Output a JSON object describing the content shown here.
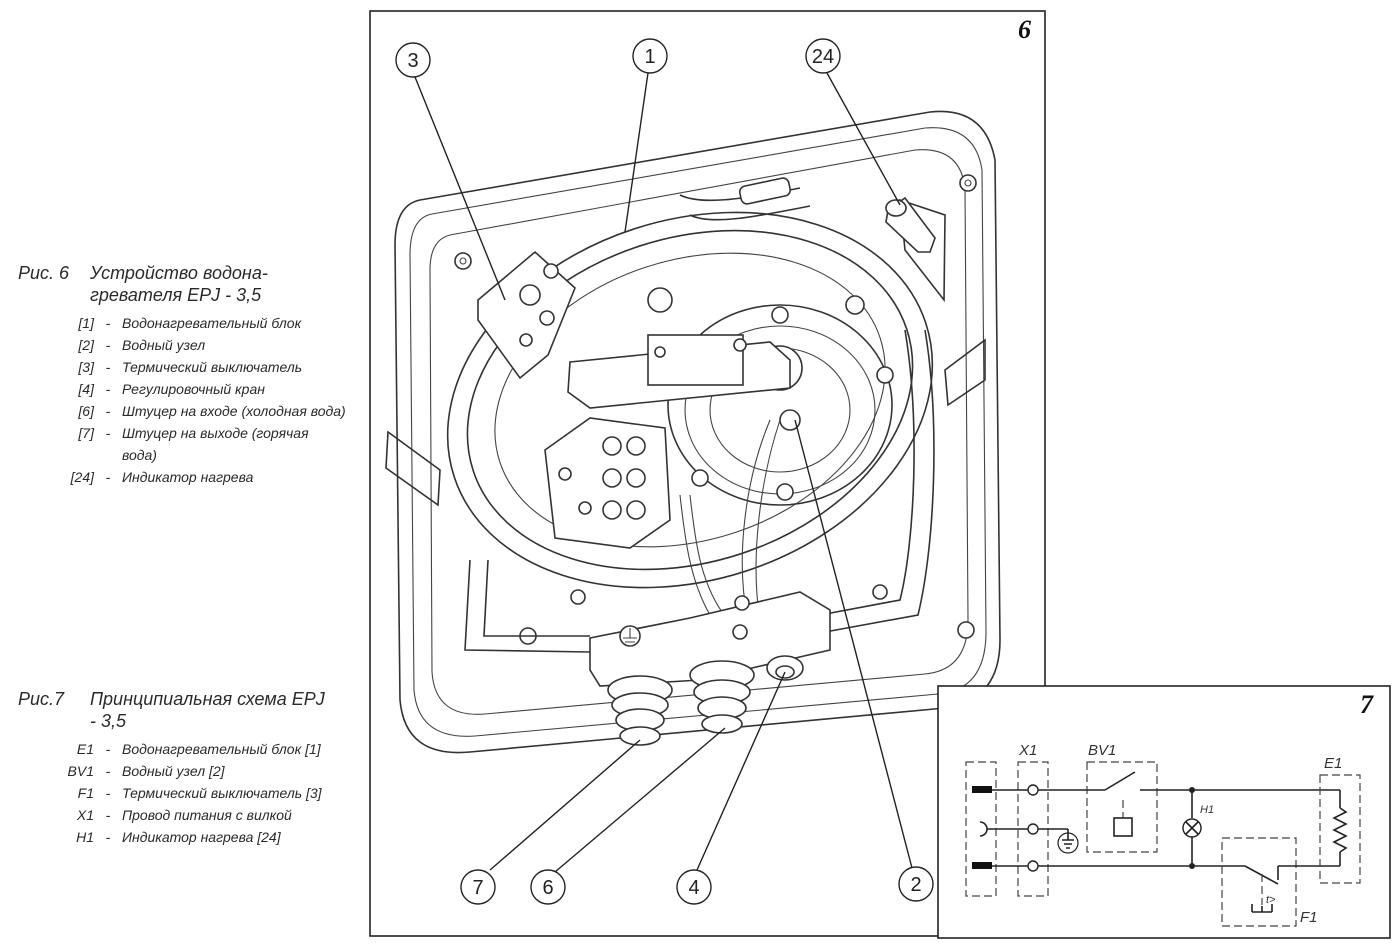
{
  "figure6": {
    "number": "6",
    "legend_title_fig": "Рис. 6",
    "legend_title_text": "Устройство водона-гревателя EPJ - 3,5",
    "items": [
      {
        "code": "[1]",
        "desc": "Водонагревательный блок"
      },
      {
        "code": "[2]",
        "desc": "Водный узел"
      },
      {
        "code": "[3]",
        "desc": "Термический выключатель"
      },
      {
        "code": "[4]",
        "desc": "Регулировочный кран"
      },
      {
        "code": "[6]",
        "desc": "Штуцер на входе (холодная вода)"
      },
      {
        "code": "[7]",
        "desc": "Штуцер на выходе (горячая вода)"
      },
      {
        "code": "[24]",
        "desc": "Индикатор нагрева"
      }
    ],
    "callouts": {
      "c1": "1",
      "c2": "2",
      "c3": "3",
      "c4": "4",
      "c6": "6",
      "c7": "7",
      "c24": "24"
    }
  },
  "figure7": {
    "number": "7",
    "legend_title_fig": "Рис.7",
    "legend_title_text": "Принципиальная схема EPJ - 3,5",
    "items": [
      {
        "code": "E1",
        "desc": "Водонагревательный блок [1]"
      },
      {
        "code": "BV1",
        "desc": "Водный узел [2]"
      },
      {
        "code": "F1",
        "desc": "Термический выключатель [3]"
      },
      {
        "code": "X1",
        "desc": "Провод питания с вилкой"
      },
      {
        "code": "H1",
        "desc": "Индикатор нагрева [24]"
      }
    ],
    "schematic_labels": {
      "x1": "X1",
      "bv1": "BV1",
      "e1": "E1",
      "h1": "H1",
      "f1": "F1",
      "t": "t>"
    }
  },
  "dash": "-"
}
